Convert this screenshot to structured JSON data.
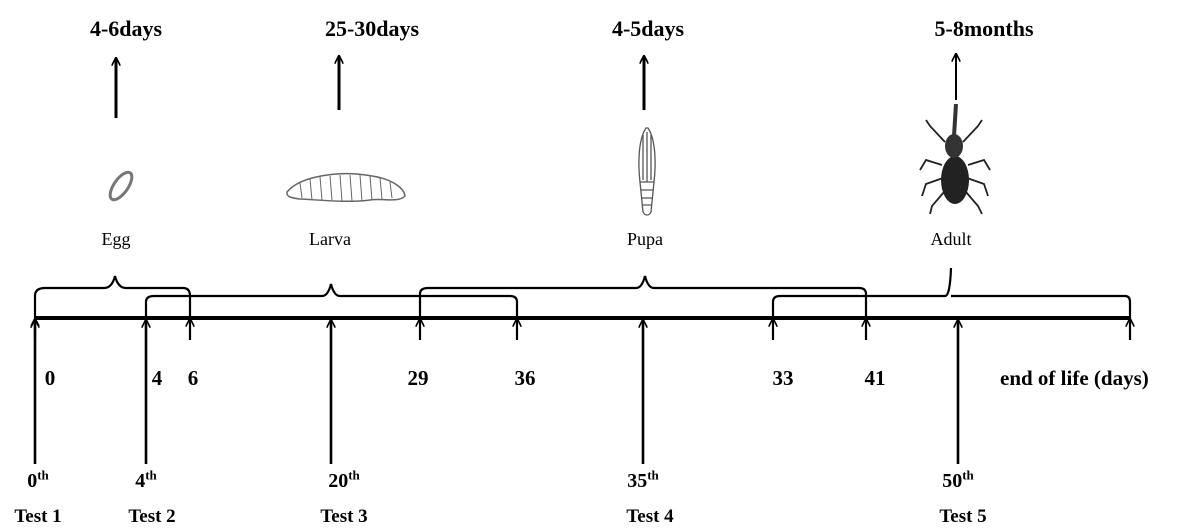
{
  "durations": {
    "egg": "4-6days",
    "larva": "25-30days",
    "pupa": "4-5days",
    "adult": "5-8months"
  },
  "stages": {
    "egg": "Egg",
    "larva": "Larva",
    "pupa": "Pupa",
    "adult": "Adult"
  },
  "days": {
    "d0": "0",
    "d4": "4",
    "d6": "6",
    "d29": "29",
    "d36": "36",
    "d33": "33",
    "d41": "41",
    "end": "end of life (days)"
  },
  "tests": [
    {
      "day": "0",
      "suffix": "th",
      "label": "Test 1"
    },
    {
      "day": "4",
      "suffix": "th",
      "label": "Test 2"
    },
    {
      "day": "20",
      "suffix": "th",
      "label": "Test 3"
    },
    {
      "day": "35",
      "suffix": "th",
      "label": "Test 4"
    },
    {
      "day": "50",
      "suffix": "th",
      "label": "Test 5"
    }
  ]
}
